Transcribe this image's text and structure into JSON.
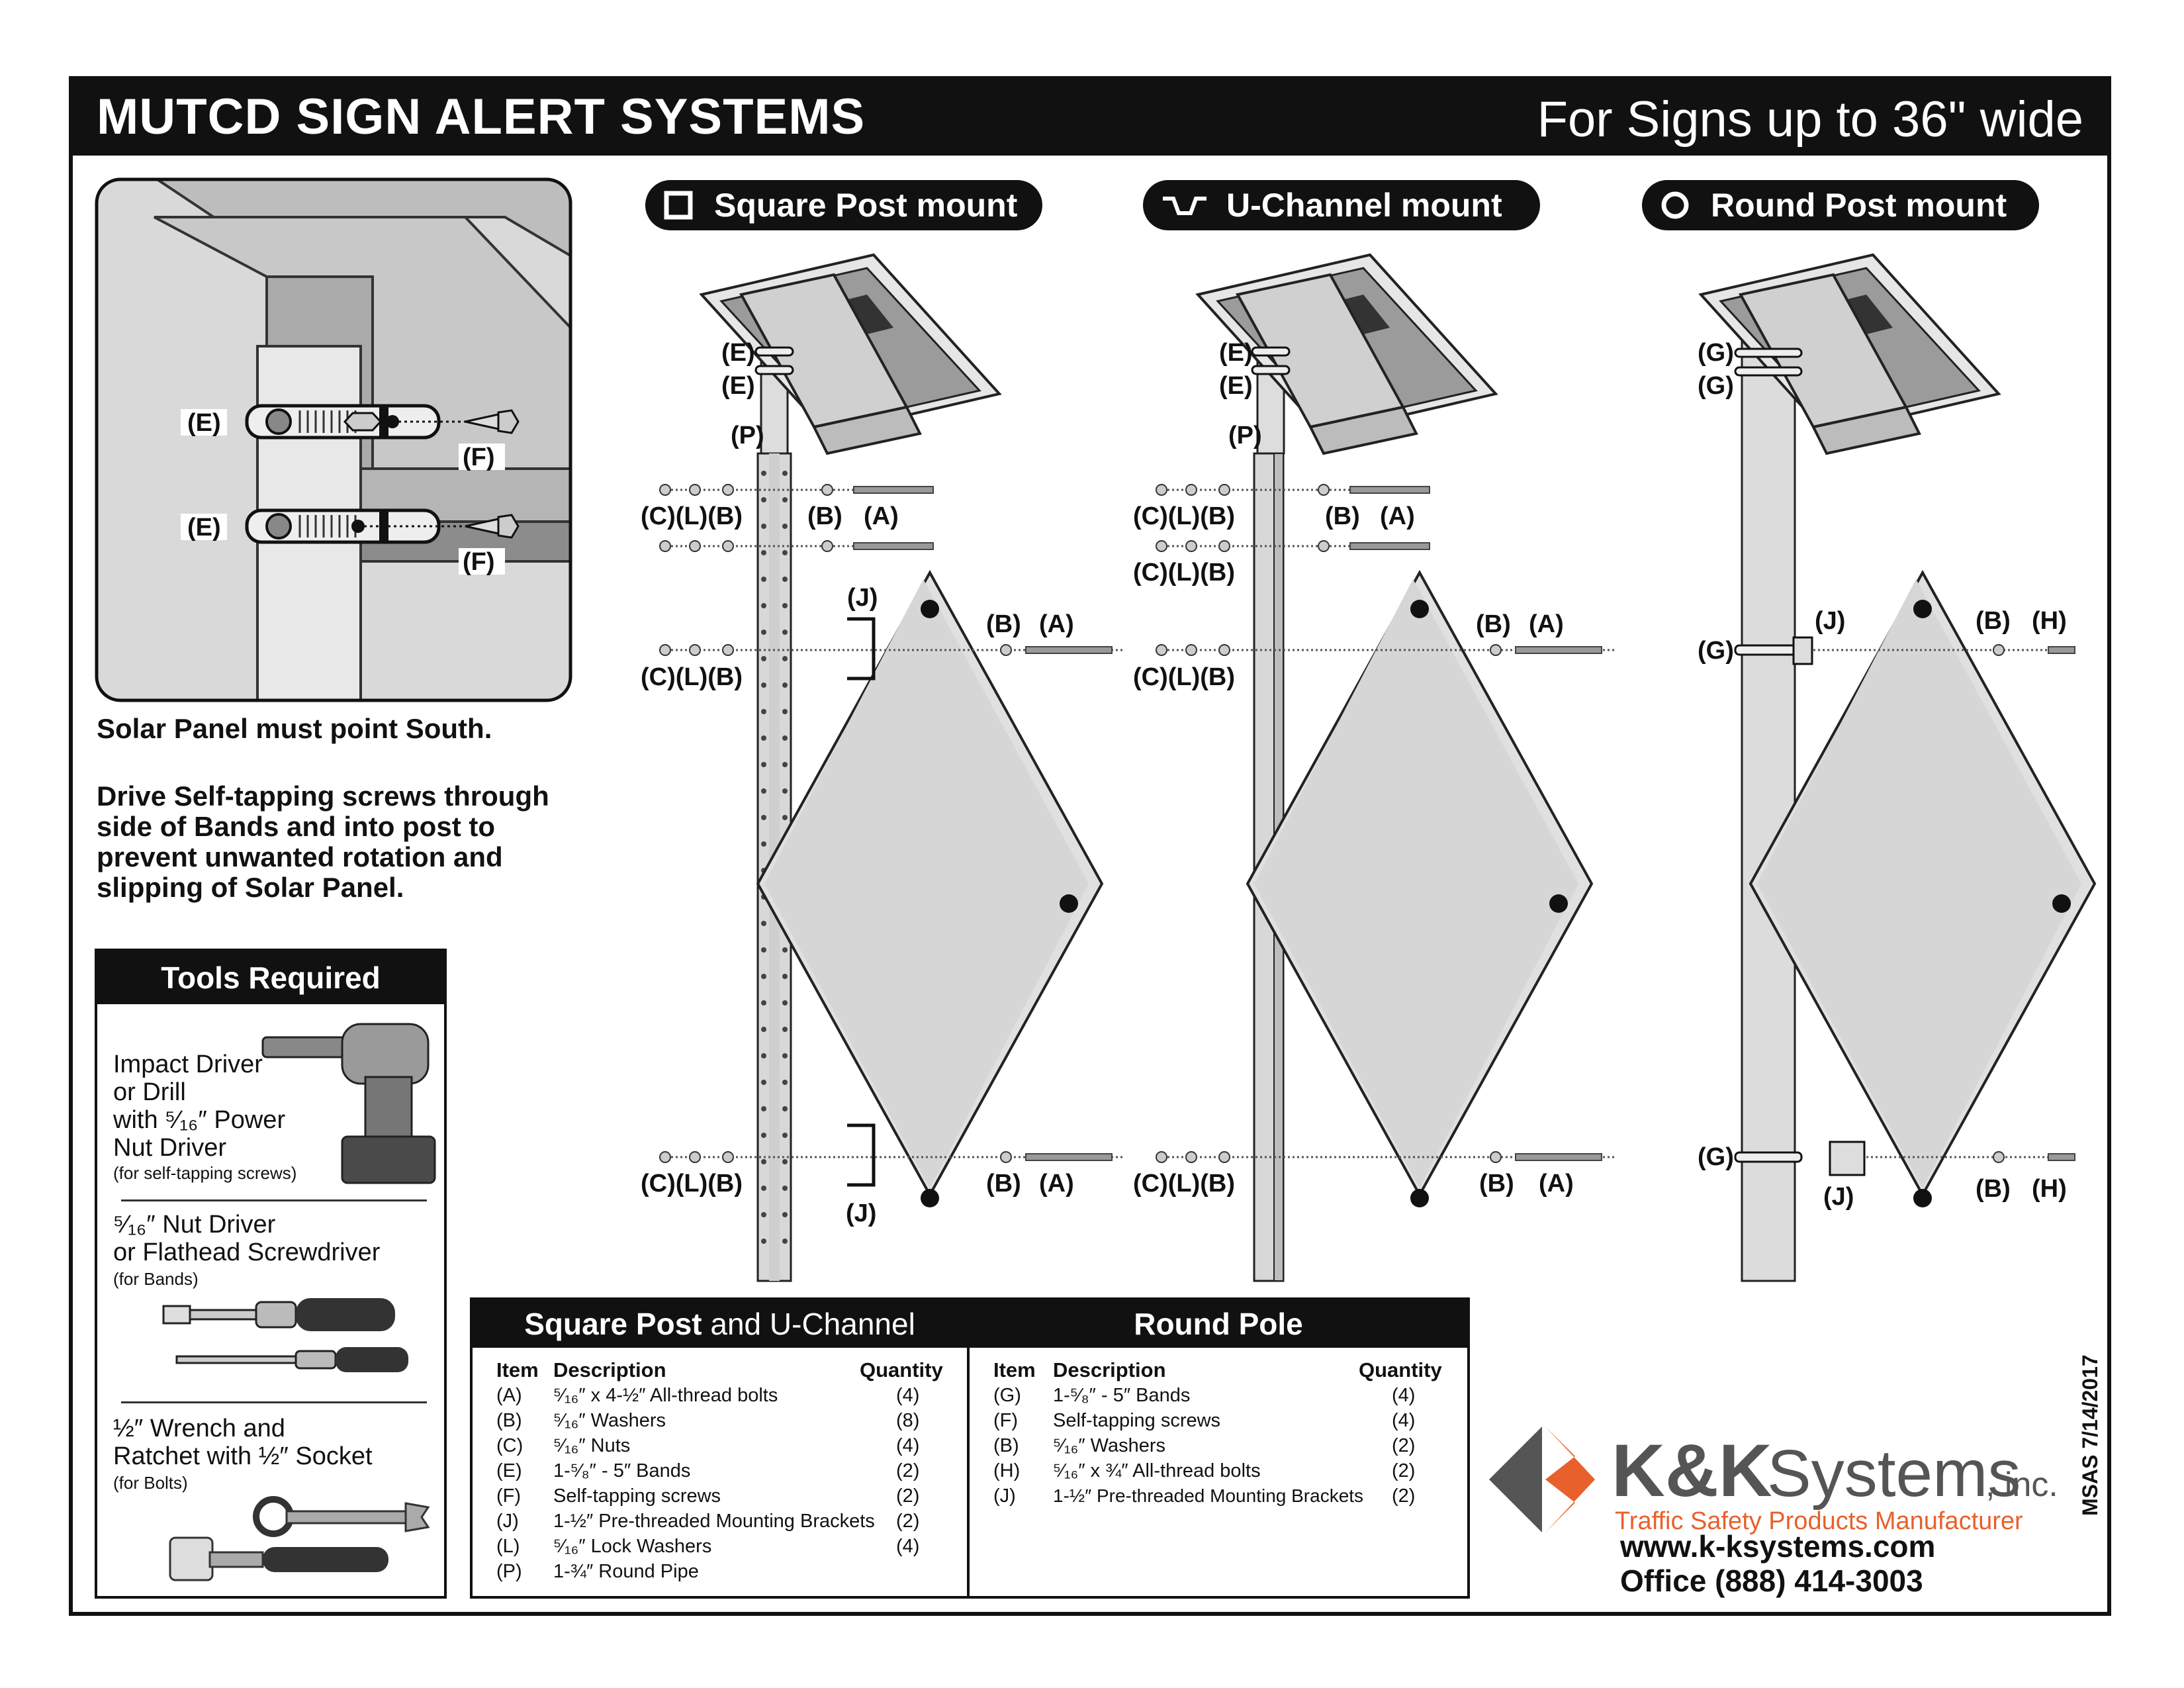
{
  "header": {
    "title": "MUTCD SIGN ALERT SYSTEMS",
    "subtitle": "For Signs up to 36\" wide"
  },
  "mounts": [
    {
      "label": "Square Post mount",
      "icon": "square-icon"
    },
    {
      "label": "U-Channel mount",
      "icon": "u-channel-icon"
    },
    {
      "label": "Round Post mount",
      "icon": "circle-icon"
    }
  ],
  "inset": {
    "labels": [
      "(E)",
      "(E)",
      "(F)",
      "(F)"
    ]
  },
  "notes": {
    "south": "Solar Panel must point South.",
    "drive": [
      "Drive Self-tapping screws through",
      "side of Bands and into post to",
      "prevent unwanted rotation and",
      "slipping of Solar Panel."
    ]
  },
  "tools": {
    "title": "Tools Required",
    "items": [
      {
        "name": [
          "Impact Driver",
          "or Drill",
          "with ⁵⁄₁₆″ Power",
          "Nut Driver"
        ],
        "note": "(for self-tapping screws)",
        "icon": "drill-icon"
      },
      {
        "name": [
          "⁵⁄₁₆″ Nut Driver",
          "or Flathead Screwdriver"
        ],
        "note": "(for Bands)",
        "icon": "screwdriver-icon"
      },
      {
        "name": [
          "½″ Wrench and",
          "Ratchet with ½″ Socket"
        ],
        "note": "(for Bolts)",
        "icon": "wrench-icon"
      }
    ]
  },
  "diagram_labels": {
    "square": [
      "(E)",
      "(E)",
      "(P)",
      "(C)(L)(B)",
      "(B)",
      "(A)",
      "(J)",
      "(B)",
      "(A)",
      "(C)(L)(B)",
      "(C)(L)(B)",
      "(B)",
      "(A)",
      "(J)"
    ],
    "uchannel": [
      "(E)",
      "(E)",
      "(P)",
      "(C)(L)(B)",
      "(B)",
      "(A)",
      "(C)(L)(B)",
      "(B)",
      "(A)",
      "(C)(L)(B)",
      "(C)(L)(B)",
      "(B)",
      "(A)"
    ],
    "round": [
      "(G)",
      "(G)",
      "(G)",
      "(J)",
      "(B)",
      "(H)",
      "(G)",
      "(J)",
      "(B)",
      "(H)"
    ]
  },
  "parts_square": {
    "title_bold": "Square Post",
    "title_rest": " and U-Channel",
    "col_item": "Item",
    "col_desc": "Description",
    "col_qty": "Quantity",
    "rows": [
      {
        "item": "(A)",
        "desc": "⁵⁄₁₆″ x 4-½″ All-thread bolts",
        "qty": "(4)"
      },
      {
        "item": "(B)",
        "desc": "⁵⁄₁₆″ Washers",
        "qty": "(8)"
      },
      {
        "item": "(C)",
        "desc": "⁵⁄₁₆″ Nuts",
        "qty": "(4)"
      },
      {
        "item": "(E)",
        "desc": "1-⁵⁄₈″ - 5″ Bands",
        "qty": "(2)"
      },
      {
        "item": "(F)",
        "desc": "Self-tapping screws",
        "qty": "(2)"
      },
      {
        "item": "(J)",
        "desc": "1-½″ Pre-threaded Mounting Brackets",
        "qty": "(2)"
      },
      {
        "item": "(L)",
        "desc": "⁵⁄₁₆″ Lock Washers",
        "qty": "(4)"
      },
      {
        "item": "(P)",
        "desc": "1-¾″ Round Pipe",
        "qty": ""
      }
    ]
  },
  "parts_round": {
    "title": "Round Pole",
    "col_item": "Item",
    "col_desc": "Description",
    "col_qty": "Quantity",
    "rows": [
      {
        "item": "(G)",
        "desc": "1-⁵⁄₈″ - 5″ Bands",
        "qty": "(4)"
      },
      {
        "item": "(F)",
        "desc": "Self-tapping screws",
        "qty": "(4)"
      },
      {
        "item": "(B)",
        "desc": "⁵⁄₁₆″ Washers",
        "qty": "(2)"
      },
      {
        "item": "(H)",
        "desc": "⁵⁄₁₆″ x ¾″ All-thread bolts",
        "qty": "(2)"
      },
      {
        "item": "(J)",
        "desc": "1-½″ Pre-threaded Mounting Brackets",
        "qty": "(2)"
      }
    ]
  },
  "company": {
    "name_main": "K&K",
    "name_rest": "Systems",
    "suffix": ", inc.",
    "tagline": "Traffic Safety Products Manufacturer",
    "website": "www.k-ksystems.com",
    "phone": "Office (888) 414-3003",
    "doc_code": "MSAS  7/14/2017",
    "accent_color": "#e8612c",
    "grey_color": "#555555"
  }
}
